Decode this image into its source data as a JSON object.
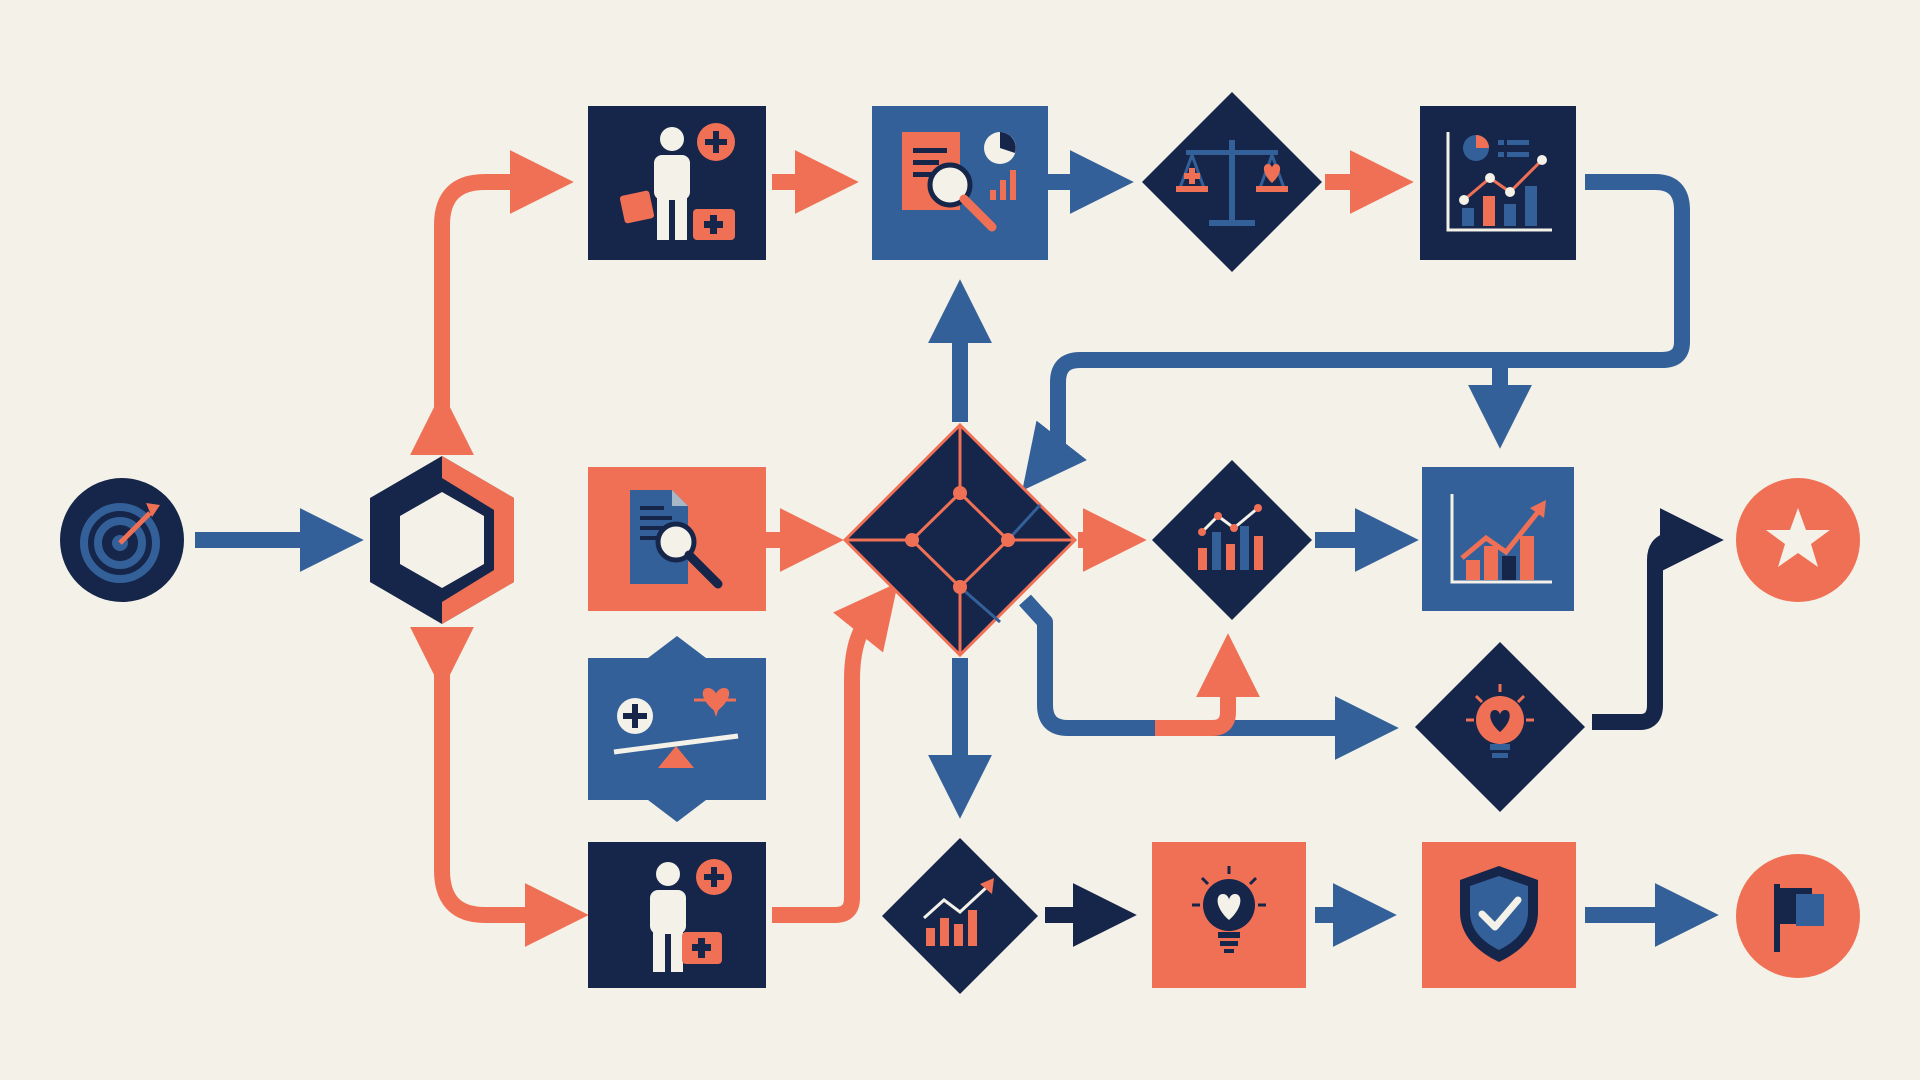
{
  "colors": {
    "background": "#f3f1e8",
    "navy": "#15264a",
    "blue": "#34609a",
    "coral": "#f07055",
    "white": "#ffffff"
  },
  "nodes": [
    {
      "id": "start",
      "shape": "circle",
      "fill": "navy",
      "icon": "target-icon"
    },
    {
      "id": "hub",
      "shape": "hexagon",
      "fill": "navy",
      "icon": "hexagon-hub-icon"
    },
    {
      "id": "patient-top",
      "shape": "square",
      "fill": "navy",
      "icon": "patient-medical-kit-icon"
    },
    {
      "id": "document-review-top",
      "shape": "square",
      "fill": "blue",
      "icon": "document-magnifier-chart-icon"
    },
    {
      "id": "balance-decision",
      "shape": "diamond",
      "fill": "navy",
      "icon": "scales-health-icon"
    },
    {
      "id": "report-dashboard",
      "shape": "square",
      "fill": "navy",
      "icon": "line-chart-dashboard-icon"
    },
    {
      "id": "document-review-mid",
      "shape": "square",
      "fill": "coral",
      "icon": "document-magnifier-icon"
    },
    {
      "id": "network-center",
      "shape": "diamond",
      "fill": "navy",
      "icon": "network-nodes-icon"
    },
    {
      "id": "analysis-decision",
      "shape": "diamond",
      "fill": "navy",
      "icon": "bar-line-chart-icon"
    },
    {
      "id": "growth-chart",
      "shape": "square",
      "fill": "blue",
      "icon": "growth-chart-icon"
    },
    {
      "id": "end-star",
      "shape": "circle",
      "fill": "coral",
      "icon": "star-icon"
    },
    {
      "id": "risk-balance",
      "shape": "callout",
      "fill": "blue",
      "icon": "seesaw-health-balance-icon"
    },
    {
      "id": "idea-decision",
      "shape": "diamond",
      "fill": "navy",
      "icon": "lightbulb-heart-icon"
    },
    {
      "id": "patient-bottom",
      "shape": "square",
      "fill": "navy",
      "icon": "patient-medical-kit-icon"
    },
    {
      "id": "trend-decision",
      "shape": "diamond",
      "fill": "navy",
      "icon": "bar-trend-chart-icon"
    },
    {
      "id": "idea-box",
      "shape": "square",
      "fill": "coral",
      "icon": "lightbulb-heart-icon"
    },
    {
      "id": "security-box",
      "shape": "square",
      "fill": "coral",
      "icon": "shield-check-icon"
    },
    {
      "id": "end-flag",
      "shape": "circle",
      "fill": "coral",
      "icon": "flag-icon"
    }
  ],
  "connectors": [
    {
      "from": "start",
      "to": "hub",
      "color": "blue"
    },
    {
      "from": "hub",
      "to": "patient-top",
      "color": "coral"
    },
    {
      "from": "hub",
      "to": "patient-bottom",
      "color": "coral"
    },
    {
      "from": "patient-top",
      "to": "document-review-top",
      "color": "coral"
    },
    {
      "from": "document-review-top",
      "to": "balance-decision",
      "color": "blue"
    },
    {
      "from": "balance-decision",
      "to": "report-dashboard",
      "color": "coral"
    },
    {
      "from": "report-dashboard",
      "to": "growth-chart",
      "color": "blue"
    },
    {
      "from": "report-dashboard",
      "to": "network-center",
      "color": "blue"
    },
    {
      "from": "network-center",
      "to": "document-review-top",
      "color": "blue"
    },
    {
      "from": "document-review-mid",
      "to": "network-center",
      "color": "coral"
    },
    {
      "from": "network-center",
      "to": "analysis-decision",
      "color": "coral"
    },
    {
      "from": "analysis-decision",
      "to": "growth-chart",
      "color": "blue"
    },
    {
      "from": "growth-chart",
      "to": "end-star",
      "color": "navy"
    },
    {
      "from": "network-center",
      "to": "idea-decision",
      "color": "blue"
    },
    {
      "from": "network-center",
      "to": "analysis-decision",
      "color": "coral",
      "via": "bottom"
    },
    {
      "from": "idea-decision",
      "to": "end-star",
      "color": "navy"
    },
    {
      "from": "patient-bottom",
      "to": "network-center",
      "color": "coral"
    },
    {
      "from": "network-center",
      "to": "trend-decision",
      "color": "blue"
    },
    {
      "from": "trend-decision",
      "to": "idea-box",
      "color": "navy"
    },
    {
      "from": "idea-box",
      "to": "security-box",
      "color": "blue"
    },
    {
      "from": "security-box",
      "to": "end-flag",
      "color": "blue"
    }
  ]
}
